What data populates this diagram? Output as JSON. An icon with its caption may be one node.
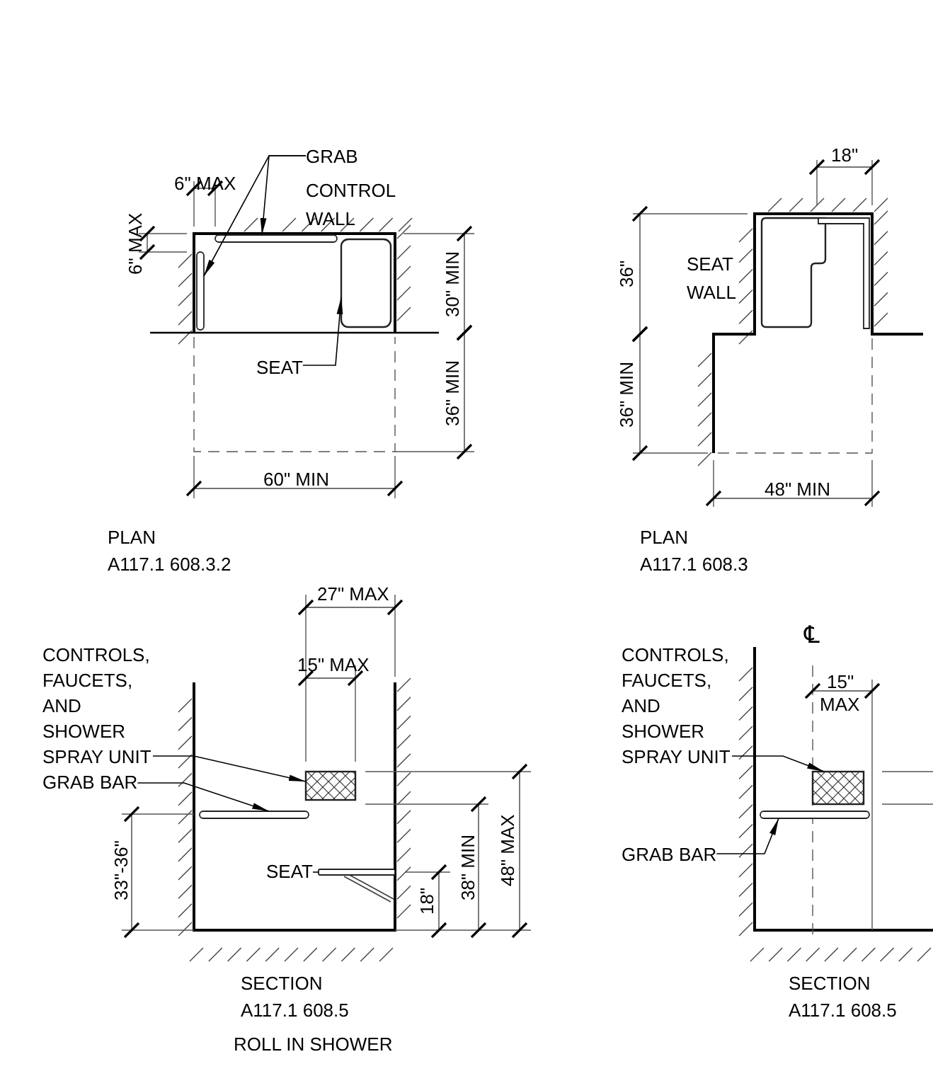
{
  "diagram": {
    "nodes": [
      {
        "text": [
          "GRAB"
        ]
      },
      {
        "text": [],
        "shape": "bar"
      },
      {
        "text": [],
        "shape": "bar"
      },
      {
        "text": [
          "SEAT"
        ]
      },
      {
        "text": [],
        "shape": "box"
      },
      {
        "text": [
          "CONTROLS, FAUCETS, AND SHOWER SPRAY UNIT"
        ]
      },
      {
        "text": [],
        "shape": "box"
      },
      {
        "text": [
          "GRAB BAR"
        ]
      },
      {
        "text": [],
        "shape": "bar"
      },
      {
        "text": [
          "SEAT"
        ]
      },
      {
        "text": [],
        "shape": "bar"
      },
      {
        "text": [
          "CONTROLS, FAUCETS, AND SHOWER SPRAY UNIT"
        ]
      },
      {
        "text": [],
        "shape": "box"
      },
      {
        "text": [
          "GRAB BAR"
        ]
      },
      {
        "text": [],
        "shape": "bar"
      },
      {
        "text": [],
        "shape": "box"
      },
      {
        "text": [],
        "shape": "bar"
      }
    ],
    "edges": [
      {
        "from": 0,
        "to": 1,
        "arrow": "to"
      },
      {
        "from": 0,
        "to": 2,
        "arrow": "to"
      },
      {
        "from": 3,
        "to": 4,
        "arrow": "to"
      },
      {
        "from": 5,
        "to": 6,
        "arrow": "to"
      },
      {
        "from": 7,
        "to": 8,
        "arrow": "to"
      },
      {
        "from": 9,
        "to": 10,
        "arrow": "none"
      },
      {
        "from": 11,
        "to": 12,
        "arrow": "to"
      },
      {
        "from": 13,
        "to": 14,
        "arrow": "to"
      }
    ],
    "labels": [
      "6\" MAX",
      "6\" MAX",
      "CONTROL WALL",
      "30\" MIN",
      "36\" MIN",
      "60\" MIN",
      "PLAN",
      "A117.1 608.3.2",
      "18\"",
      "SEAT WALL",
      "36\"",
      "36\" MIN",
      "48\" MIN",
      "PLAN",
      "A117.1 608.3",
      "27\" MAX",
      "15\" MAX",
      "33\"-36\"",
      "18\"",
      "38\" MIN",
      "48\" MAX",
      "SECTION",
      "A117.1 608.5",
      "ROLL IN SHOWER",
      "℄",
      "15\"",
      "MAX",
      "SECTION",
      "A117.1 608.5"
    ]
  }
}
